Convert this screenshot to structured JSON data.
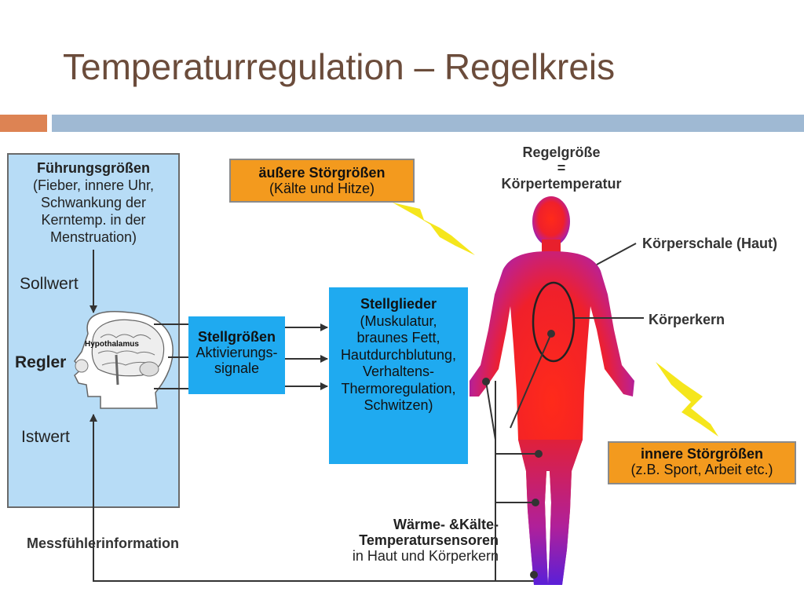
{
  "slide": {
    "title": "Temperaturregulation – Regelkreis"
  },
  "diagram": {
    "fuehrung": {
      "heading": "Führungsgrößen",
      "lines": [
        "(Fieber, innere Uhr,",
        "Schwankung der",
        "Kerntemp. in der",
        "Menstruation)"
      ]
    },
    "sollwert": "Sollwert",
    "regler": "Regler",
    "istwert": "Istwert",
    "hypothalamus": "Hypothalamus",
    "messfuehler": "Messfühlerinformation",
    "stellgroessen": {
      "heading": "Stellgrößen",
      "lines": [
        "Aktivierungs-",
        "signale"
      ]
    },
    "stellglieder": {
      "heading": "Stellglieder",
      "lines": [
        "(Muskulatur,",
        "braunes Fett,",
        "Hautdurchblutung,",
        "Verhaltens-",
        "Thermoregulation,",
        "Schwitzen)"
      ]
    },
    "aeussere": {
      "heading": "äußere Störgrößen",
      "sub": "(Kälte und Hitze)"
    },
    "innere": {
      "heading": "innere Störgrößen",
      "sub": "(z.B. Sport, Arbeit etc.)"
    },
    "regelgroesse": {
      "line1": "Regelgröße",
      "line2": "=",
      "line3": "Körpertemperatur"
    },
    "koerperschale": "Körperschale (Haut)",
    "koerperkern": "Körperkern",
    "sensoren": {
      "line1": "Wärme- &Kälte-",
      "line2": "Temperatursensoren",
      "line3": "in Haut und Körperkern"
    },
    "colors": {
      "panel": "#b7dcf6",
      "box_blue": "#1faaf0",
      "box_orange": "#f39a1e",
      "lightning": "#f5e61c",
      "body_red": "#f0202a",
      "body_purple": "#6a1fd0"
    }
  }
}
